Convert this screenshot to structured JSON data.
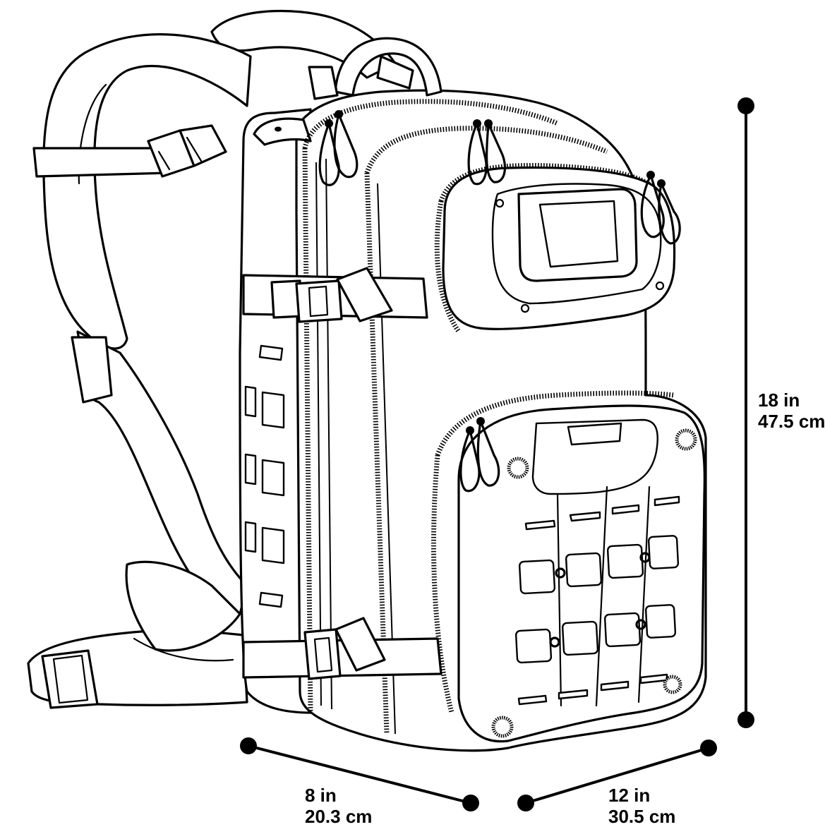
{
  "dimensions": {
    "height": {
      "imperial": "18 in",
      "metric": "47.5 cm"
    },
    "depth": {
      "imperial": "8 in",
      "metric": "20.3 cm"
    },
    "width": {
      "imperial": "12 in",
      "metric": "30.5 cm"
    }
  },
  "colors": {
    "line": "#000000",
    "background": "#ffffff"
  }
}
